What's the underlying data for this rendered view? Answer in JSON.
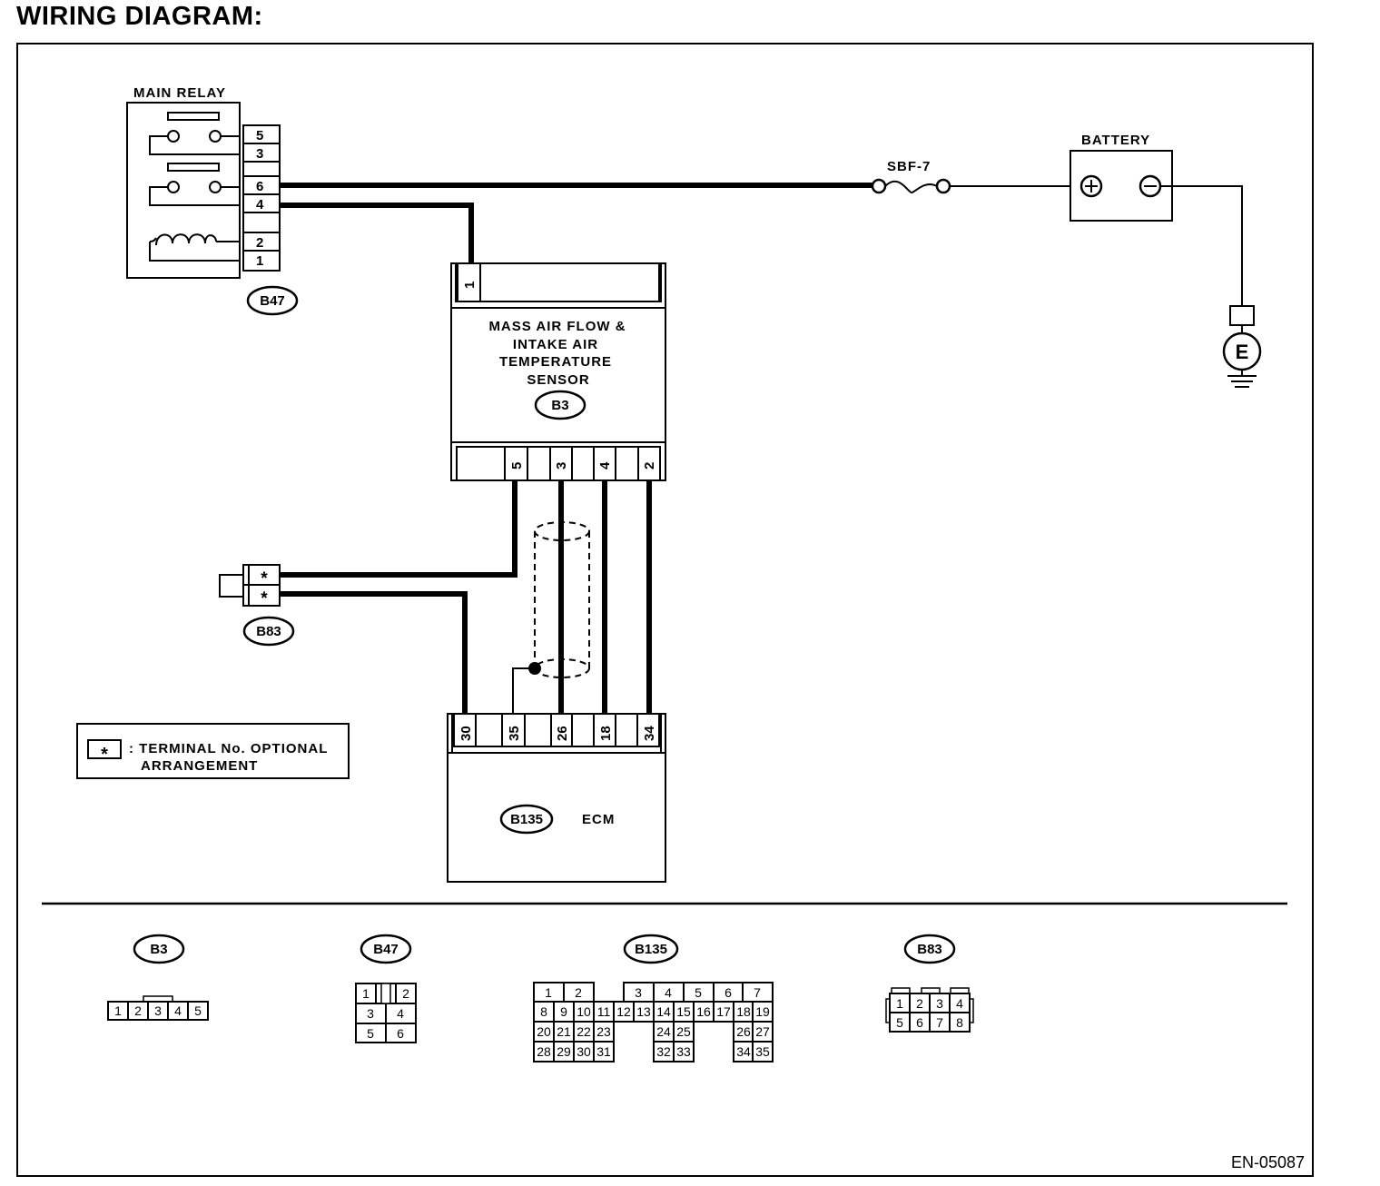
{
  "title": "WIRING DIAGRAM:",
  "doc_code": "EN-05087",
  "main_relay": {
    "label": "MAIN RELAY",
    "connector": "B47",
    "terminals": [
      "5",
      "3",
      "6",
      "4",
      "2",
      "1"
    ]
  },
  "fuse": {
    "label": "SBF-7"
  },
  "battery": {
    "label": "BATTERY",
    "plus": "⊕",
    "minus": "⊖"
  },
  "ground": {
    "label": "E"
  },
  "sensor": {
    "name_lines": [
      "MASS AIR FLOW &",
      "INTAKE AIR",
      "TEMPERATURE",
      "SENSOR"
    ],
    "connector": "B3",
    "top_terminal": "1",
    "bottom_terminals": [
      "5",
      "3",
      "4",
      "2"
    ]
  },
  "b83": {
    "connector": "B83",
    "terminals": [
      "*",
      "*"
    ]
  },
  "ecm": {
    "label": "ECM",
    "connector": "B135",
    "terminals": [
      "30",
      "35",
      "26",
      "18",
      "34"
    ]
  },
  "legend": {
    "symbol": "*",
    "line1": ": TERMINAL No. OPTIONAL",
    "line2": "ARRANGEMENT"
  },
  "connector_views": [
    {
      "name": "B3",
      "rows": [
        [
          "1",
          "2",
          "3",
          "4",
          "5"
        ]
      ]
    },
    {
      "name": "B47",
      "rows": [
        [
          "1",
          "2"
        ],
        [
          "3",
          "4"
        ],
        [
          "5",
          "6"
        ]
      ]
    },
    {
      "name": "B135",
      "rows": [
        [
          "1",
          "2",
          "3",
          "4",
          "5",
          "6",
          "7"
        ],
        [
          "8",
          "9",
          "10",
          "11",
          "12",
          "13",
          "14",
          "15",
          "16",
          "17",
          "18",
          "19"
        ],
        [
          "20",
          "21",
          "22",
          "23",
          "24",
          "25",
          "26",
          "27"
        ],
        [
          "28",
          "29",
          "30",
          "31",
          "32",
          "33",
          "34",
          "35"
        ]
      ]
    },
    {
      "name": "B83",
      "rows": [
        [
          "1",
          "2",
          "3",
          "4"
        ],
        [
          "5",
          "6",
          "7",
          "8"
        ]
      ]
    }
  ]
}
